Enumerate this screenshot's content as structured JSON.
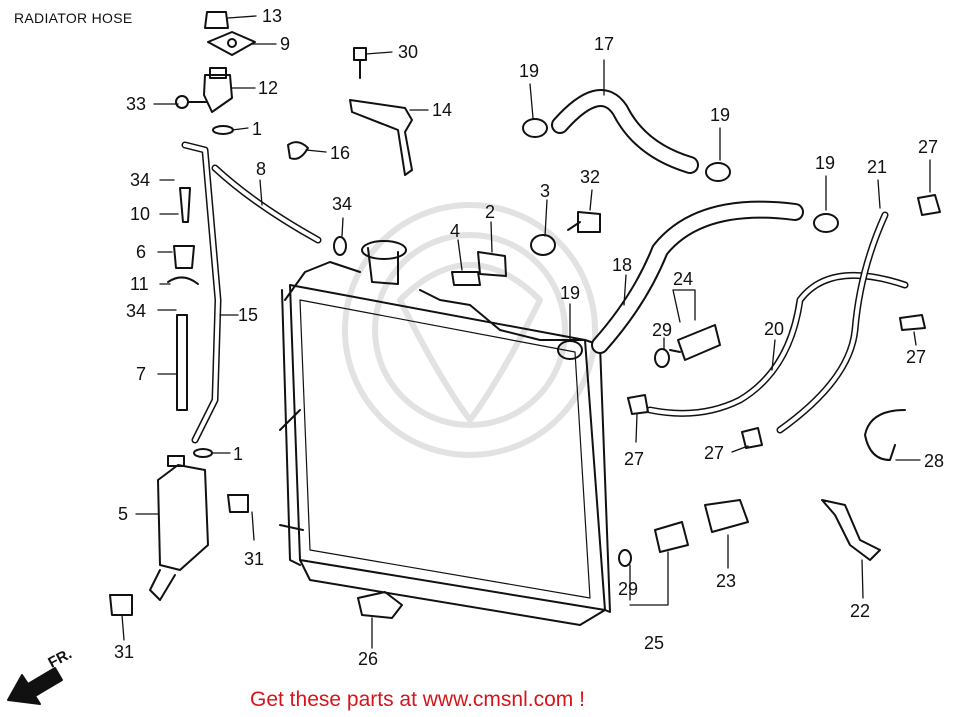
{
  "title": "RADIATOR HOSE",
  "footer_link": "Get these parts at www.cmsnl.com !",
  "direction_label": "FR.",
  "callouts": [
    {
      "id": "c13",
      "label": "13"
    },
    {
      "id": "c9",
      "label": "9"
    },
    {
      "id": "c30",
      "label": "30"
    },
    {
      "id": "c12",
      "label": "12"
    },
    {
      "id": "c33",
      "label": "33"
    },
    {
      "id": "c14",
      "label": "14"
    },
    {
      "id": "c1a",
      "label": "1"
    },
    {
      "id": "c16",
      "label": "16"
    },
    {
      "id": "c8",
      "label": "8"
    },
    {
      "id": "c34a",
      "label": "34"
    },
    {
      "id": "c10",
      "label": "10"
    },
    {
      "id": "c6",
      "label": "6"
    },
    {
      "id": "c11",
      "label": "11"
    },
    {
      "id": "c34b",
      "label": "34"
    },
    {
      "id": "c15",
      "label": "15"
    },
    {
      "id": "c7",
      "label": "7"
    },
    {
      "id": "c1b",
      "label": "1"
    },
    {
      "id": "c5",
      "label": "5"
    },
    {
      "id": "c31a",
      "label": "31"
    },
    {
      "id": "c31b",
      "label": "31"
    },
    {
      "id": "c34c",
      "label": "34"
    },
    {
      "id": "c4",
      "label": "4"
    },
    {
      "id": "c2",
      "label": "2"
    },
    {
      "id": "c3",
      "label": "3"
    },
    {
      "id": "c32",
      "label": "32"
    },
    {
      "id": "c17",
      "label": "17"
    },
    {
      "id": "c19a",
      "label": "19"
    },
    {
      "id": "c19b",
      "label": "19"
    },
    {
      "id": "c19c",
      "label": "19"
    },
    {
      "id": "c19d",
      "label": "19"
    },
    {
      "id": "c18",
      "label": "18"
    },
    {
      "id": "c24",
      "label": "24"
    },
    {
      "id": "c29a",
      "label": "29"
    },
    {
      "id": "c20",
      "label": "20"
    },
    {
      "id": "c21",
      "label": "21"
    },
    {
      "id": "c27a",
      "label": "27"
    },
    {
      "id": "c27b",
      "label": "27"
    },
    {
      "id": "c27c",
      "label": "27"
    },
    {
      "id": "c27d",
      "label": "27"
    },
    {
      "id": "c28",
      "label": "28"
    },
    {
      "id": "c26",
      "label": "26"
    },
    {
      "id": "c23",
      "label": "23"
    },
    {
      "id": "c29b",
      "label": "29"
    },
    {
      "id": "c25",
      "label": "25"
    },
    {
      "id": "c22",
      "label": "22"
    }
  ]
}
